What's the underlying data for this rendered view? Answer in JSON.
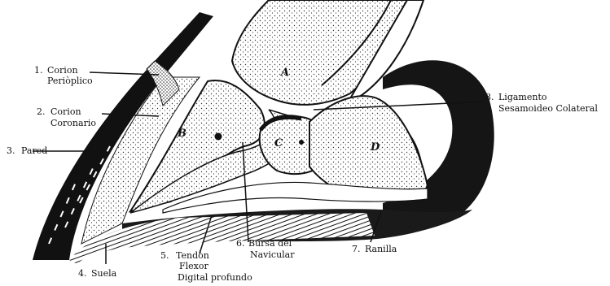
{
  "labels": [
    {
      "num": "1.",
      "lines": [
        "Corion",
        "Periòplico"
      ]
    },
    {
      "num": "2.",
      "lines": [
        "Corion",
        "Coronario"
      ]
    },
    {
      "num": "3.",
      "lines": [
        "Pared"
      ]
    },
    {
      "num": "4.",
      "lines": [
        "Suela"
      ]
    },
    {
      "num": "5.",
      "lines": [
        "Tendòn",
        "Flexor",
        "Digital profundo"
      ]
    },
    {
      "num": "6.",
      "lines": [
        "Bursa del",
        "Navicular"
      ]
    },
    {
      "num": "7.",
      "lines": [
        "Ranilla"
      ]
    },
    {
      "num": "8.",
      "lines": [
        "Ligamento",
        "Sesamoideo Colateral"
      ]
    }
  ],
  "bones": [
    "A",
    "B",
    "C",
    "D"
  ],
  "colors": {
    "ink": "#111111",
    "background": "#ffffff"
  }
}
